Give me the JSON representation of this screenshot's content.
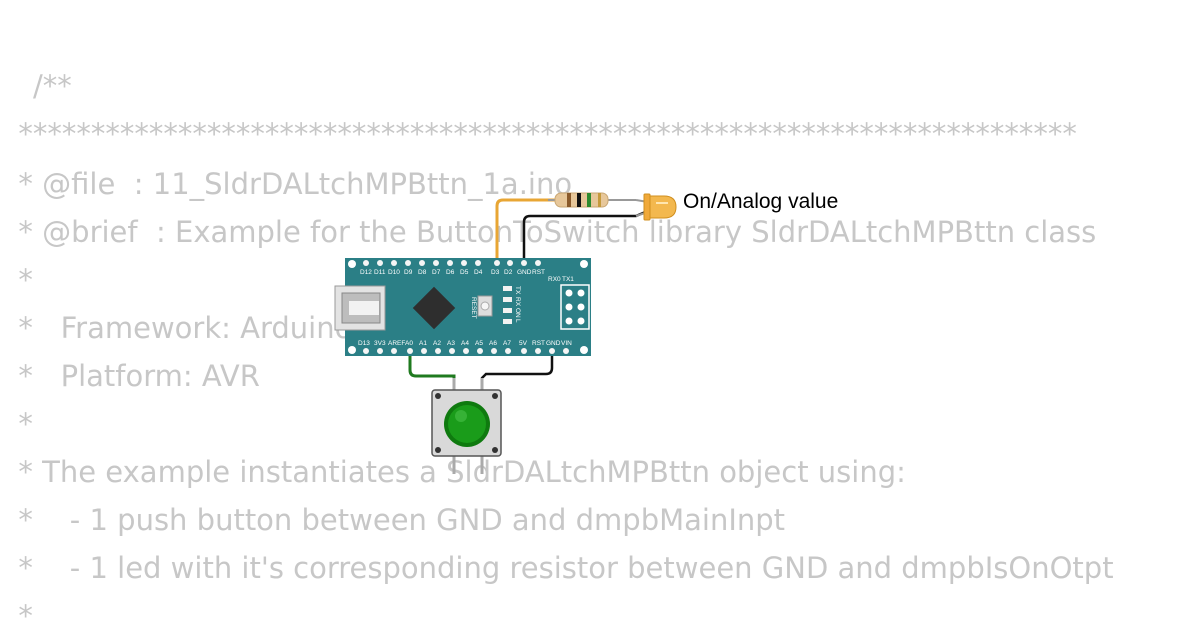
{
  "code": {
    "lines": [
      "/**",
      "  *************************************************************************",
      "  * @file  : 11_SldrDALtchMPBttn_1a.ino",
      "  * @brief  : Example for the ButtonToSwitch library SldrDALtchMPBttn class",
      "  *",
      "  *   Framework: Arduino",
      "  *   Platform: AVR",
      "  *",
      "  * The example instantiates a SldrDALtchMPBttn object using:",
      "  *    - 1 push button between GND and dmpbMainInpt",
      "  *    - 1 led with it's corresponding resistor between GND and dmpbIsOnOtpt",
      "  *"
    ]
  },
  "circuit": {
    "led_label": "On/Analog value",
    "board_top_pins": [
      "D12",
      "D11",
      "D10",
      "D9",
      "D8",
      "D7",
      "D6",
      "D5",
      "D4",
      "D3",
      "D2",
      "GND",
      "RST",
      "RX0",
      "TX1"
    ],
    "board_bottom_pins": [
      "D13",
      "3V3",
      "AREF",
      "A0",
      "A1",
      "A2",
      "A3",
      "A4",
      "A5",
      "A6",
      "A7",
      "5V",
      "RST",
      "GND",
      "VIN"
    ],
    "board_leds": [
      "TX",
      "RX",
      "ON",
      "L"
    ],
    "reset_label": "RESET",
    "colors": {
      "board": "#2b7f86",
      "wire_yellow": "#e8a634",
      "wire_black": "#111111",
      "wire_green": "#1f7a1f",
      "button_cap": "#1a9c1a",
      "led_body": "#f3b84e"
    }
  }
}
